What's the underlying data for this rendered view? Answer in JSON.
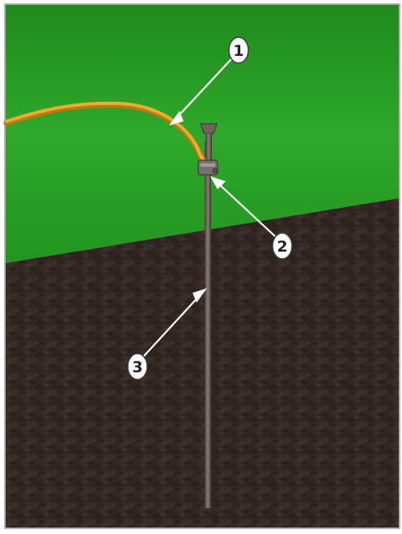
{
  "scene": {
    "title": "",
    "colors": {
      "frame_border": "#9a9a9a",
      "grass": "#2f9a2a",
      "grass_dark": "#1f7a1c",
      "soil": "#3f302b",
      "soil_dark": "#2a1f1c",
      "wire": "#e6a326",
      "rod": "#5d5049",
      "clamp": "#6a6560",
      "callout_fill": "#ffffff",
      "callout_stroke": "#3c3c3c",
      "arrow": "#ffffff"
    },
    "components": [
      "grounding-wire",
      "ground-clamp",
      "ground-rod"
    ]
  },
  "callouts": [
    {
      "label": "1",
      "target": "grounding-wire"
    },
    {
      "label": "2",
      "target": "ground-clamp"
    },
    {
      "label": "3",
      "target": "ground-rod"
    }
  ]
}
